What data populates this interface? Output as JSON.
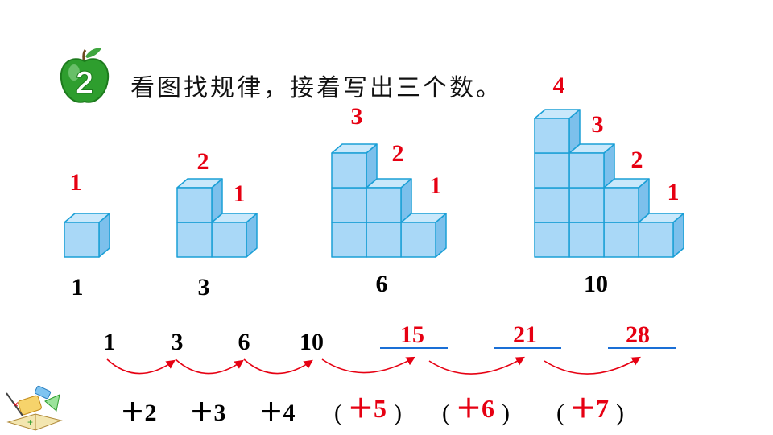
{
  "badge": {
    "number": "2",
    "icon": "apple-icon",
    "color": "#2e9e2e"
  },
  "title": "看图找规律，接着写出三个数。",
  "colors": {
    "cube_fill": "#a9d8f7",
    "cube_top": "#c9e8fb",
    "cube_side": "#7cc0ec",
    "cube_stroke": "#1a9fd6",
    "red": "#e60012"
  },
  "figures": [
    {
      "columns": [
        1
      ],
      "total": "1",
      "column_labels": [
        "1"
      ]
    },
    {
      "columns": [
        2,
        1
      ],
      "total": "3",
      "column_labels": [
        "2",
        "1"
      ]
    },
    {
      "columns": [
        3,
        2,
        1
      ],
      "total": "6",
      "column_labels": [
        "3",
        "2",
        "1"
      ]
    },
    {
      "columns": [
        4,
        3,
        2,
        1
      ],
      "total": "10",
      "column_labels": [
        "4",
        "3",
        "2",
        "1"
      ]
    }
  ],
  "sequence": {
    "given": [
      "1",
      "3",
      "6",
      "10"
    ],
    "answers": [
      "15",
      "21",
      "28"
    ]
  },
  "differences": {
    "given": [
      "＋2",
      "＋3",
      "＋4"
    ],
    "answers": [
      "＋5",
      "＋6",
      "＋7"
    ],
    "open_paren": "(",
    "close_paren": ")"
  },
  "corner_icon": "math-tools-icon"
}
